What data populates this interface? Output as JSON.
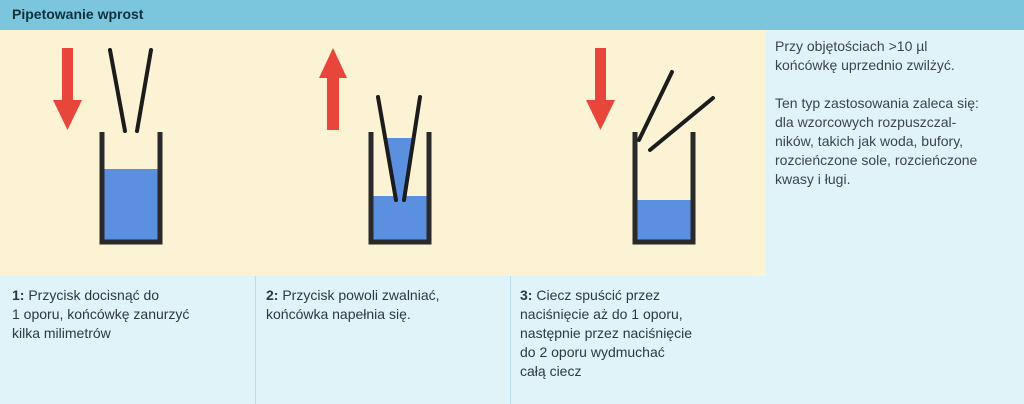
{
  "header": {
    "title": "Pipetowanie wprost"
  },
  "steps": [
    {
      "num": "1:",
      "lines": [
        "Przycisk docisnąć do",
        "1 oporu, końcówkę zanurzyć",
        "kilka milimetrów"
      ]
    },
    {
      "num": "2:",
      "lines": [
        "Przycisk powoli zwalniać,",
        "końcówka napełnia się."
      ]
    },
    {
      "num": "3:",
      "lines": [
        "Ciecz spuścić przez",
        "naciśnięcie aż do 1 oporu,",
        "następnie przez naciśnięcie",
        "do 2 oporu wydmuchać",
        "całą ciecz"
      ]
    }
  ],
  "sidebar": {
    "para1": [
      "Przy objętościach >10 µl",
      "końcówkę uprzednio zwilżyć."
    ],
    "para2": [
      "Ten typ zastosowania zaleca się:",
      "dla wzorcowych rozpuszczal-",
      "ników, takich jak woda, bufory,",
      "rozcieńczone sole, rozcieńczone",
      "kwasy i ługi."
    ]
  },
  "colors": {
    "header_bg": "#7cc6dd",
    "illustration_bg": "#fbf3d4",
    "caption_bg": "#dff3f9",
    "arrow": "#e8463a",
    "liquid": "#5b8fe0",
    "container": "#2a2a2a"
  },
  "icons": [
    "arrow-down-icon",
    "arrow-up-icon",
    "arrow-down-icon"
  ]
}
